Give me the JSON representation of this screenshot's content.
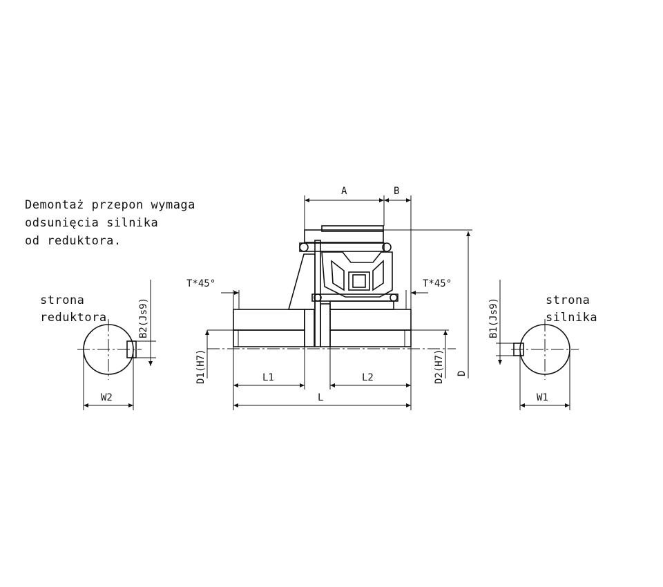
{
  "note": {
    "lines": [
      "Demontaż przepon wymaga",
      "odsunięcia silnika",
      "od reduktora."
    ]
  },
  "sides": {
    "left": [
      "strona",
      "reduktora"
    ],
    "right": [
      "strona",
      "silnika"
    ]
  },
  "dimensions": {
    "A": "A",
    "B": "B",
    "T_left": "T*45°",
    "T_right": "T*45°",
    "B2": "B2(Js9)",
    "B1": "B1(Js9)",
    "D1": "D1(H7)",
    "D2": "D2(H7)",
    "D": "D",
    "L1": "L1",
    "L2": "L2",
    "L": "L",
    "W1": "W1",
    "W2": "W2"
  }
}
